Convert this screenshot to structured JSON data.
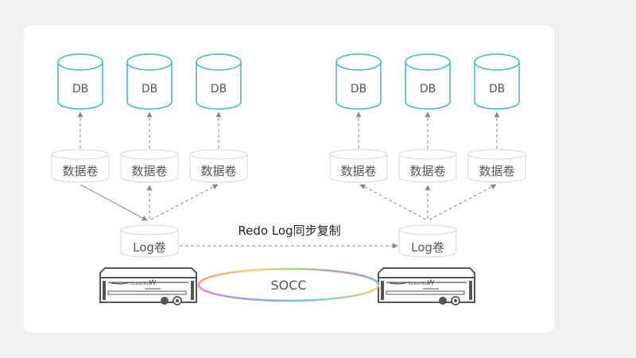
{
  "diagram": {
    "sites": [
      {
        "databases": [
          {
            "label": "DB"
          },
          {
            "label": "DB"
          },
          {
            "label": "DB"
          }
        ],
        "data_volumes": [
          {
            "label": "数据卷"
          },
          {
            "label": "数据卷"
          },
          {
            "label": "数据卷"
          }
        ],
        "log_volume": {
          "label": "Log卷"
        }
      },
      {
        "databases": [
          {
            "label": "DB"
          },
          {
            "label": "DB"
          },
          {
            "label": "DB"
          }
        ],
        "data_volumes": [
          {
            "label": "数据卷"
          },
          {
            "label": "数据卷"
          },
          {
            "label": "数据卷"
          }
        ],
        "log_volume": {
          "label": "Log卷"
        }
      }
    ],
    "replication_label": "Redo Log同步复制",
    "link_label": "SOCC",
    "colors": {
      "db_stroke": "#3fb7c6",
      "volume_stroke": "#d4d4d4",
      "arrow": "#8a8a8a",
      "text": "#555555",
      "server": "#555555"
    }
  }
}
